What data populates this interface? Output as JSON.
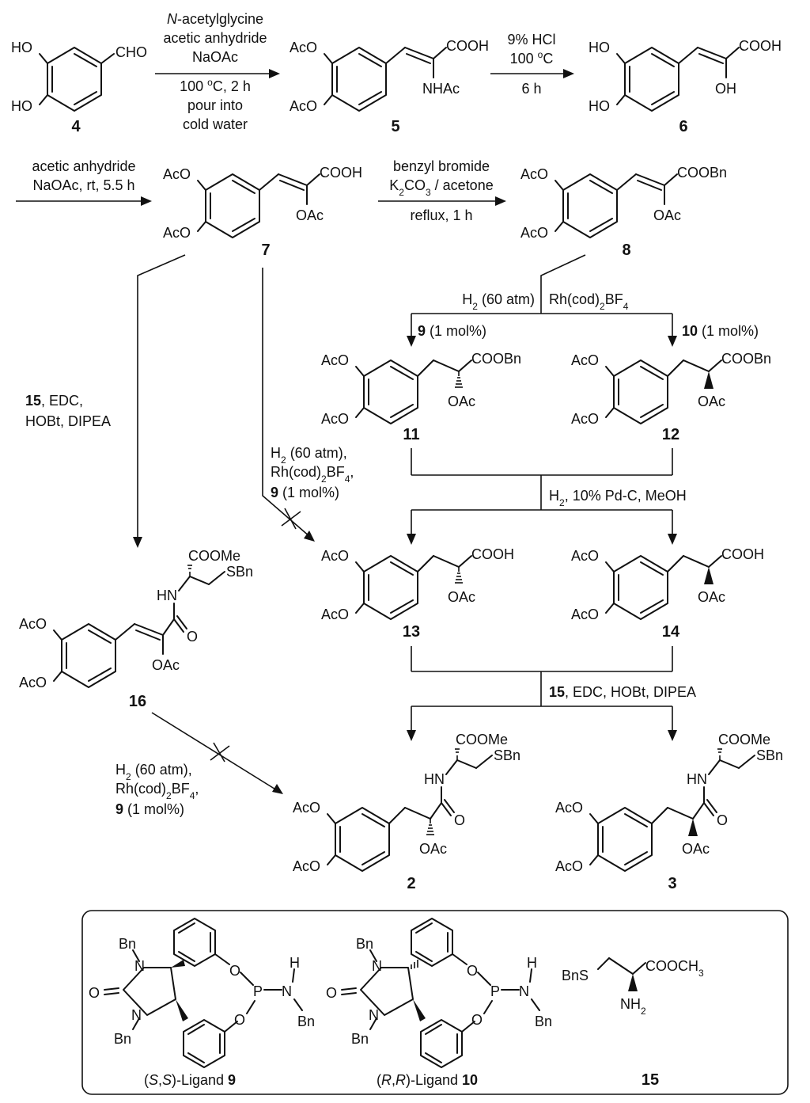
{
  "compounds": {
    "c4": {
      "number": "4",
      "labels": {
        "ho_top": "HO",
        "ho_bot": "HO",
        "cho": "CHO"
      }
    },
    "c5": {
      "number": "5",
      "labels": {
        "aco_top": "AcO",
        "aco_bot": "AcO",
        "cooh": "COOH",
        "nhac": "NHAc"
      }
    },
    "c6": {
      "number": "6",
      "labels": {
        "ho_top": "HO",
        "ho_bot": "HO",
        "cooh": "COOH",
        "oh": "OH"
      }
    },
    "c7": {
      "number": "7",
      "labels": {
        "aco_top": "AcO",
        "aco_bot": "AcO",
        "cooh": "COOH",
        "oac": "OAc"
      }
    },
    "c8": {
      "number": "8",
      "labels": {
        "aco_top": "AcO",
        "aco_bot": "AcO",
        "coobn": "COOBn",
        "oac": "OAc"
      }
    },
    "c11": {
      "number": "11",
      "labels": {
        "aco_top": "AcO",
        "aco_bot": "AcO",
        "coobn": "COOBn",
        "oac": "OAc"
      }
    },
    "c12": {
      "number": "12",
      "labels": {
        "aco_top": "AcO",
        "aco_bot": "AcO",
        "coobn": "COOBn",
        "oac": "OAc"
      }
    },
    "c13": {
      "number": "13",
      "labels": {
        "aco_top": "AcO",
        "aco_bot": "AcO",
        "cooh": "COOH",
        "oac": "OAc"
      }
    },
    "c14": {
      "number": "14",
      "labels": {
        "aco_top": "AcO",
        "aco_bot": "AcO",
        "cooh": "COOH",
        "oac": "OAc"
      }
    },
    "c16": {
      "number": "16",
      "labels": {
        "aco_top": "AcO",
        "aco_bot": "AcO",
        "oac": "OAc",
        "o": "O",
        "hn": "HN",
        "coome": "COOMe",
        "sbn": "SBn"
      }
    },
    "c2": {
      "number": "2",
      "labels": {
        "aco_top": "AcO",
        "aco_bot": "AcO",
        "oac": "OAc",
        "o": "O",
        "hn": "HN",
        "coome": "COOMe",
        "sbn": "SBn"
      }
    },
    "c3": {
      "number": "3",
      "labels": {
        "aco_top": "AcO",
        "aco_bot": "AcO",
        "oac": "OAc",
        "o": "O",
        "hn": "HN",
        "coome": "COOMe",
        "sbn": "SBn"
      }
    },
    "c9": {
      "caption_pre": "(",
      "caption_s1": "S",
      "caption_mid": ",",
      "caption_s2": "S",
      "caption_post": ")-Ligand ",
      "caption_num": "9",
      "labels": {
        "bn1": "Bn",
        "n1": "N",
        "o": "O",
        "n2": "N",
        "bn2": "Bn",
        "o_top": "O",
        "p": "P",
        "n_am": "N",
        "h": "H",
        "bn3": "Bn",
        "o_bot": "O"
      }
    },
    "c10": {
      "caption_pre": "(",
      "caption_s1": "R",
      "caption_mid": ",",
      "caption_s2": "R",
      "caption_post": ")-Ligand ",
      "caption_num": "10",
      "labels": {
        "bn1": "Bn",
        "n1": "N",
        "o": "O",
        "n2": "N",
        "bn2": "Bn",
        "o_top": "O",
        "p": "P",
        "n_am": "N",
        "h": "H",
        "bn3": "Bn",
        "o_bot": "O"
      }
    },
    "c15": {
      "number": "15",
      "labels": {
        "bns": "BnS",
        "cooch": "COOCH",
        "sub3": "3",
        "nh": "NH",
        "sub2": "2"
      }
    }
  },
  "conditions": {
    "r1": {
      "l1a": "N",
      "l1b": "-acetylglycine",
      "l2": "acetic anhydride",
      "l3": "NaOAc",
      "l4a": "100 ",
      "l4sup": "o",
      "l4b": "C, 2 h",
      "l5": "pour into",
      "l6": "cold water"
    },
    "r2": {
      "l1": "9% HCl",
      "l2a": "100 ",
      "l2sup": "o",
      "l2b": "C",
      "l3": "6 h"
    },
    "r3": {
      "l1": "acetic anhydride",
      "l2": "NaOAc, rt, 5.5 h"
    },
    "r4": {
      "l1": "benzyl bromide",
      "l2a": "K",
      "l2sub1": "2",
      "l2b": "CO",
      "l2sub2": "3",
      "l2c": " / acetone",
      "l3": "reflux, 1 h"
    },
    "r5": {
      "left_a": "H",
      "left_sub": "2",
      "left_b": " (60 atm)",
      "right_a": "Rh(cod)",
      "right_sub": "2",
      "right_b": "BF",
      "right_sub2": "4",
      "b1_num": "9",
      "b1_rest": " (1 mol%)",
      "b2_num": "10",
      "b2_rest": " (1 mol%)"
    },
    "r6": {
      "num": "15",
      "rest": ", EDC,",
      "l2": "HOBt, DIPEA"
    },
    "r7": {
      "l1a": "H",
      "l1sub": "2",
      "l1b": " (60 atm),",
      "l2a": "Rh(cod)",
      "l2sub": "2",
      "l2b": "BF",
      "l2sub2": "4",
      "l2c": ",",
      "l3num": "9",
      "l3rest": " (1 mol%)"
    },
    "r8": {
      "a": "H",
      "sub": "2",
      "b": ", 10% Pd-C, MeOH"
    },
    "r9": {
      "num": "15",
      "rest": ", EDC, HOBt, DIPEA"
    },
    "r10": {
      "l1a": "H",
      "l1sub": "2",
      "l1b": " (60 atm),",
      "l2a": "Rh(cod)",
      "l2sub": "2",
      "l2b": "BF",
      "l2sub2": "4",
      "l2c": ",",
      "l3num": "9",
      "l3rest": " (1 mol%)"
    }
  }
}
